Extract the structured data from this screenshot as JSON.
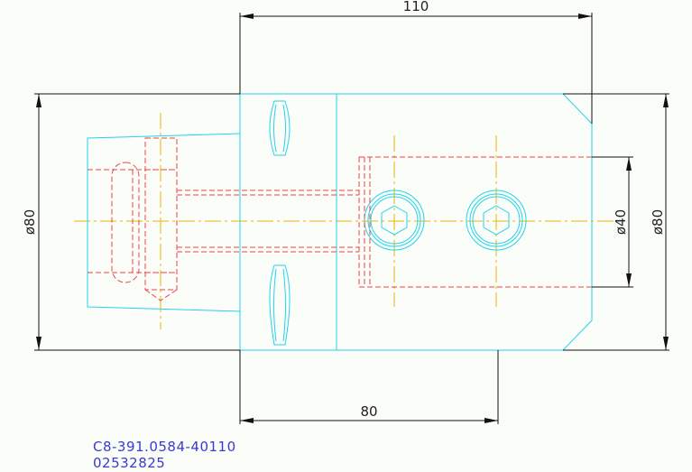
{
  "dimensions": {
    "length_top": "110",
    "length_bottom": "80",
    "diameter_left": "ø80",
    "diameter_bore": "ø40",
    "diameter_right": "ø80"
  },
  "part": {
    "number": "C8-391.0584-40110",
    "code": "02532825"
  },
  "colors": {
    "outline": "#22d3ee",
    "hidden": "#ef4444",
    "center": "#eab308",
    "dimension": "#111111",
    "part_text": "#3a3ad0"
  }
}
